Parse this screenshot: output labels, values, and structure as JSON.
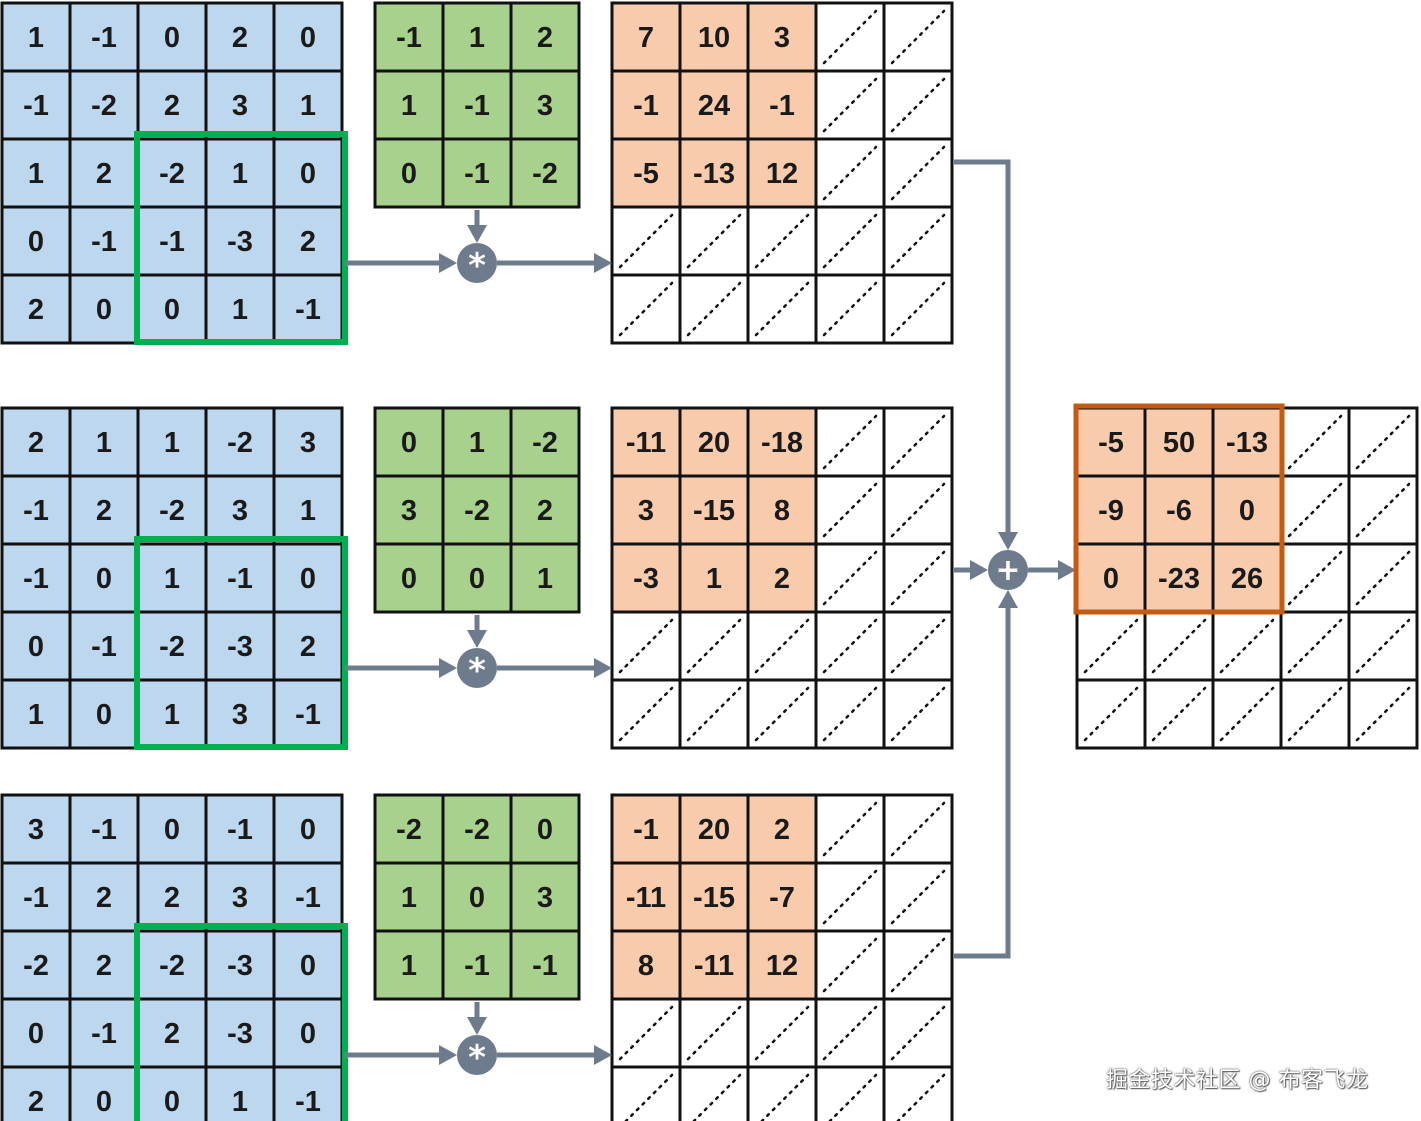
{
  "colors": {
    "input_fill": "#bdd7ee",
    "kernel_fill": "#a9d18e",
    "output_fill": "#f8cbad",
    "grid_stroke": "#111111",
    "window_stroke": "#00b050",
    "result_window_stroke": "#c55a11",
    "arrow": "#6d7b8d"
  },
  "operators": {
    "convolve": "*",
    "sum": "+"
  },
  "channels": [
    {
      "input": [
        [
          1,
          -1,
          0,
          2,
          0
        ],
        [
          -1,
          -2,
          2,
          3,
          1
        ],
        [
          1,
          2,
          -2,
          1,
          0
        ],
        [
          0,
          -1,
          -1,
          -3,
          2
        ],
        [
          2,
          0,
          0,
          1,
          -1
        ]
      ],
      "kernel": [
        [
          -1,
          1,
          2
        ],
        [
          1,
          -1,
          3
        ],
        [
          0,
          -1,
          -2
        ]
      ],
      "output": [
        [
          7,
          10,
          3
        ],
        [
          -1,
          24,
          -1
        ],
        [
          -5,
          -13,
          12
        ]
      ]
    },
    {
      "input": [
        [
          2,
          1,
          1,
          -2,
          3
        ],
        [
          -1,
          2,
          -2,
          3,
          1
        ],
        [
          -1,
          0,
          1,
          -1,
          0
        ],
        [
          0,
          -1,
          -2,
          -3,
          2
        ],
        [
          1,
          0,
          1,
          3,
          -1
        ]
      ],
      "kernel": [
        [
          0,
          1,
          -2
        ],
        [
          3,
          -2,
          2
        ],
        [
          0,
          0,
          1
        ]
      ],
      "output": [
        [
          -11,
          20,
          -18
        ],
        [
          3,
          -15,
          8
        ],
        [
          -3,
          1,
          2
        ]
      ]
    },
    {
      "input": [
        [
          3,
          -1,
          0,
          -1,
          0
        ],
        [
          -1,
          2,
          2,
          3,
          -1
        ],
        [
          -2,
          2,
          -2,
          -3,
          0
        ],
        [
          0,
          -1,
          2,
          -3,
          0
        ],
        [
          2,
          0,
          0,
          1,
          -1
        ]
      ],
      "kernel": [
        [
          -2,
          -2,
          0
        ],
        [
          1,
          0,
          3
        ],
        [
          1,
          -1,
          -1
        ]
      ],
      "output": [
        [
          -1,
          20,
          2
        ],
        [
          -11,
          -15,
          -7
        ],
        [
          8,
          -11,
          12
        ]
      ]
    }
  ],
  "result": [
    [
      -5,
      50,
      -13
    ],
    [
      -9,
      -6,
      0
    ],
    [
      0,
      -23,
      26
    ]
  ],
  "icons": [
    "convolve-operator-icon",
    "sum-operator-icon",
    "arrow-icon"
  ],
  "watermark": "掘金技术社区 @ 布客飞龙"
}
